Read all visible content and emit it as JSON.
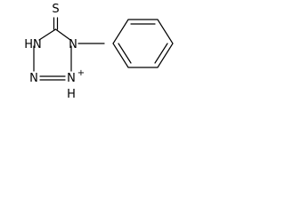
{
  "molecule": {
    "atoms": {
      "sulfur": "S",
      "n_top_left": "HN",
      "n_phenyl": "N",
      "n_bottom_left": "N",
      "n_bottom_right": "N",
      "n_bottom_right_hydrogen": "H",
      "charge": "+"
    }
  }
}
